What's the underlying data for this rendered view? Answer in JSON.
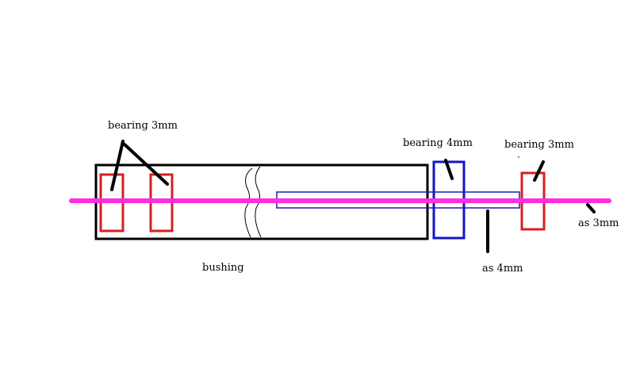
{
  "labels": {
    "bearing_left": "bearing 3mm",
    "bearing_middle": "bearing 4mm",
    "bearing_right": "bearing 3mm",
    "bushing": "bushing",
    "shaft_thin": "as 3mm",
    "shaft_thick": "as 4mm"
  },
  "colors": {
    "background": "#ffffff",
    "bushing": "#000000",
    "bearing_3mm": "#d42020",
    "bearing_4mm": "#1414c8",
    "shaft_4mm": "#1e1ea8",
    "shaft_3mm": "#ff2ee0",
    "leader": "#000000"
  }
}
